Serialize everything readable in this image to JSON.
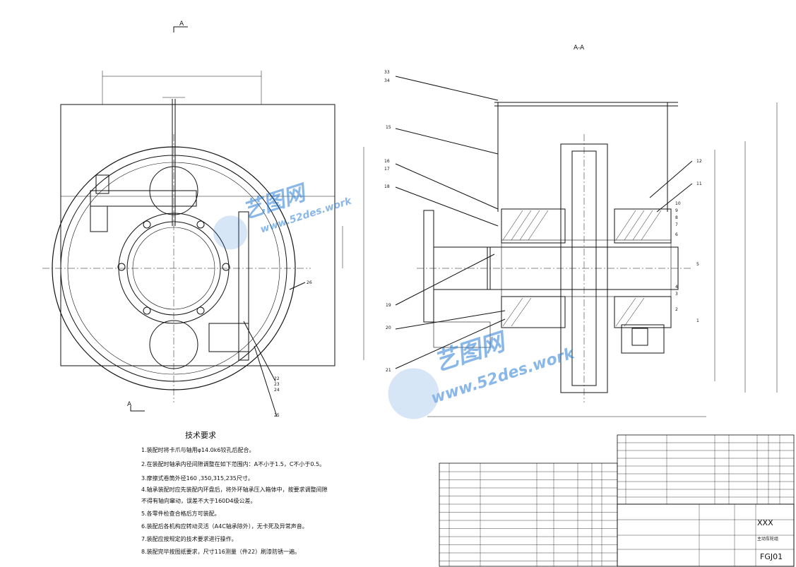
{
  "section_labels": {
    "section_mark": "A",
    "section_title": "A-A"
  },
  "tech_req": {
    "title": "技术要求",
    "items": [
      "1.装配时将卡爪与轴用φ14.0k6铰孔后配合。",
      "2.在装配时轴承内径间隙调整在如下范围内：A不小于1.5，C不小于0.5。",
      "3.摩擦式卷筒外径160 ,350,315,235尺寸。",
      "4.轴承装配时应先装配内环盘后，将外环轴承压入箱体中，按要求调整间隙",
      "  不得有轴向窜动，误差不大于160D4级公差。",
      "5.各零件检查合格后方可装配。",
      "6.装配后各机构应转动灵活（A4C轴承除外），无卡死及异常声音。",
      "7.装配应按规定的技术要求进行操作。",
      "8.装配完毕按图纸要求，尺寸116测量（件22）刷漆防锈一遍。"
    ]
  },
  "part_balloons": [
    "22",
    "23",
    "24",
    "25",
    "26",
    "12",
    "11",
    "10",
    "9",
    "8",
    "7",
    "6",
    "5",
    "4",
    "3",
    "2",
    "1"
  ],
  "title_block": {
    "company": "XXX",
    "drawing_name": "主动车轮组",
    "drawing_no": "FGJ01"
  },
  "watermark": {
    "brand": "艺图网",
    "url": "www.52des.work"
  },
  "colors": {
    "line": "#111111",
    "dim": "#333333",
    "watermark": "#2a7fd6"
  }
}
